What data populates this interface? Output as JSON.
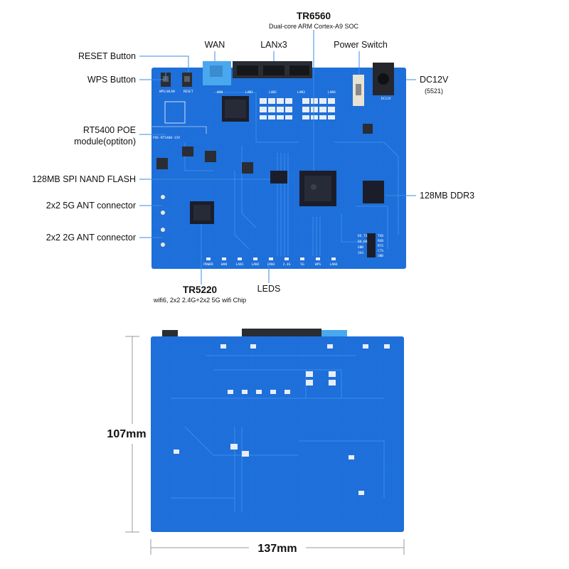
{
  "title": "TR6560",
  "subtitle": "Dual-core ARM Cortex-A9 SOC",
  "callouts": {
    "wan": "WAN",
    "lan": "LANx3",
    "power_switch": "Power Switch",
    "reset": "RESET Button",
    "wps": "WPS Button",
    "dc": "DC12V",
    "dc_sub": "(5521)",
    "poe_line1": "RT5400 POE",
    "poe_line2": "module(optiton)",
    "nand": "128MB SPI NAND FLASH",
    "ddr": "128MB DDR3",
    "ant5g": "2x2 5G ANT connector",
    "ant2g": "2x2 2G ANT connector",
    "wifi_chip": "TR5220",
    "wifi_chip_sub": "wifi6, 2x2 2.4G+2x2 5G wifi Chip",
    "leds": "LEDS"
  },
  "board_silk": {
    "wps_rst": "WPS/WLAN",
    "rst": "RESET",
    "wan": "WAN",
    "lan1": "LAN1",
    "lan2": "LAN2",
    "lan3": "LAN3",
    "lan4": "LAN4",
    "dc12v": "DC12V",
    "poe": "POE-RT5400-12V",
    "led_labels": [
      "POWER",
      "WAN",
      "LAN1",
      "LAN2",
      "LAN3",
      "2.4G",
      "5G",
      "WPS",
      "LAN4"
    ],
    "uart": [
      "DO_TX",
      "DO_RX",
      "GND",
      "3V3"
    ],
    "uart_right": [
      "TXD",
      "RXD",
      "RTS",
      "CTS",
      "GND"
    ]
  },
  "dimensions": {
    "height": "107mm",
    "width": "137mm"
  },
  "colors": {
    "pcb": "#1e6fd9",
    "pcb_dark": "#1458b8",
    "trace": "#2f86ec",
    "wan_port": "#4aa8ee",
    "chip": "#1b1e2a"
  }
}
